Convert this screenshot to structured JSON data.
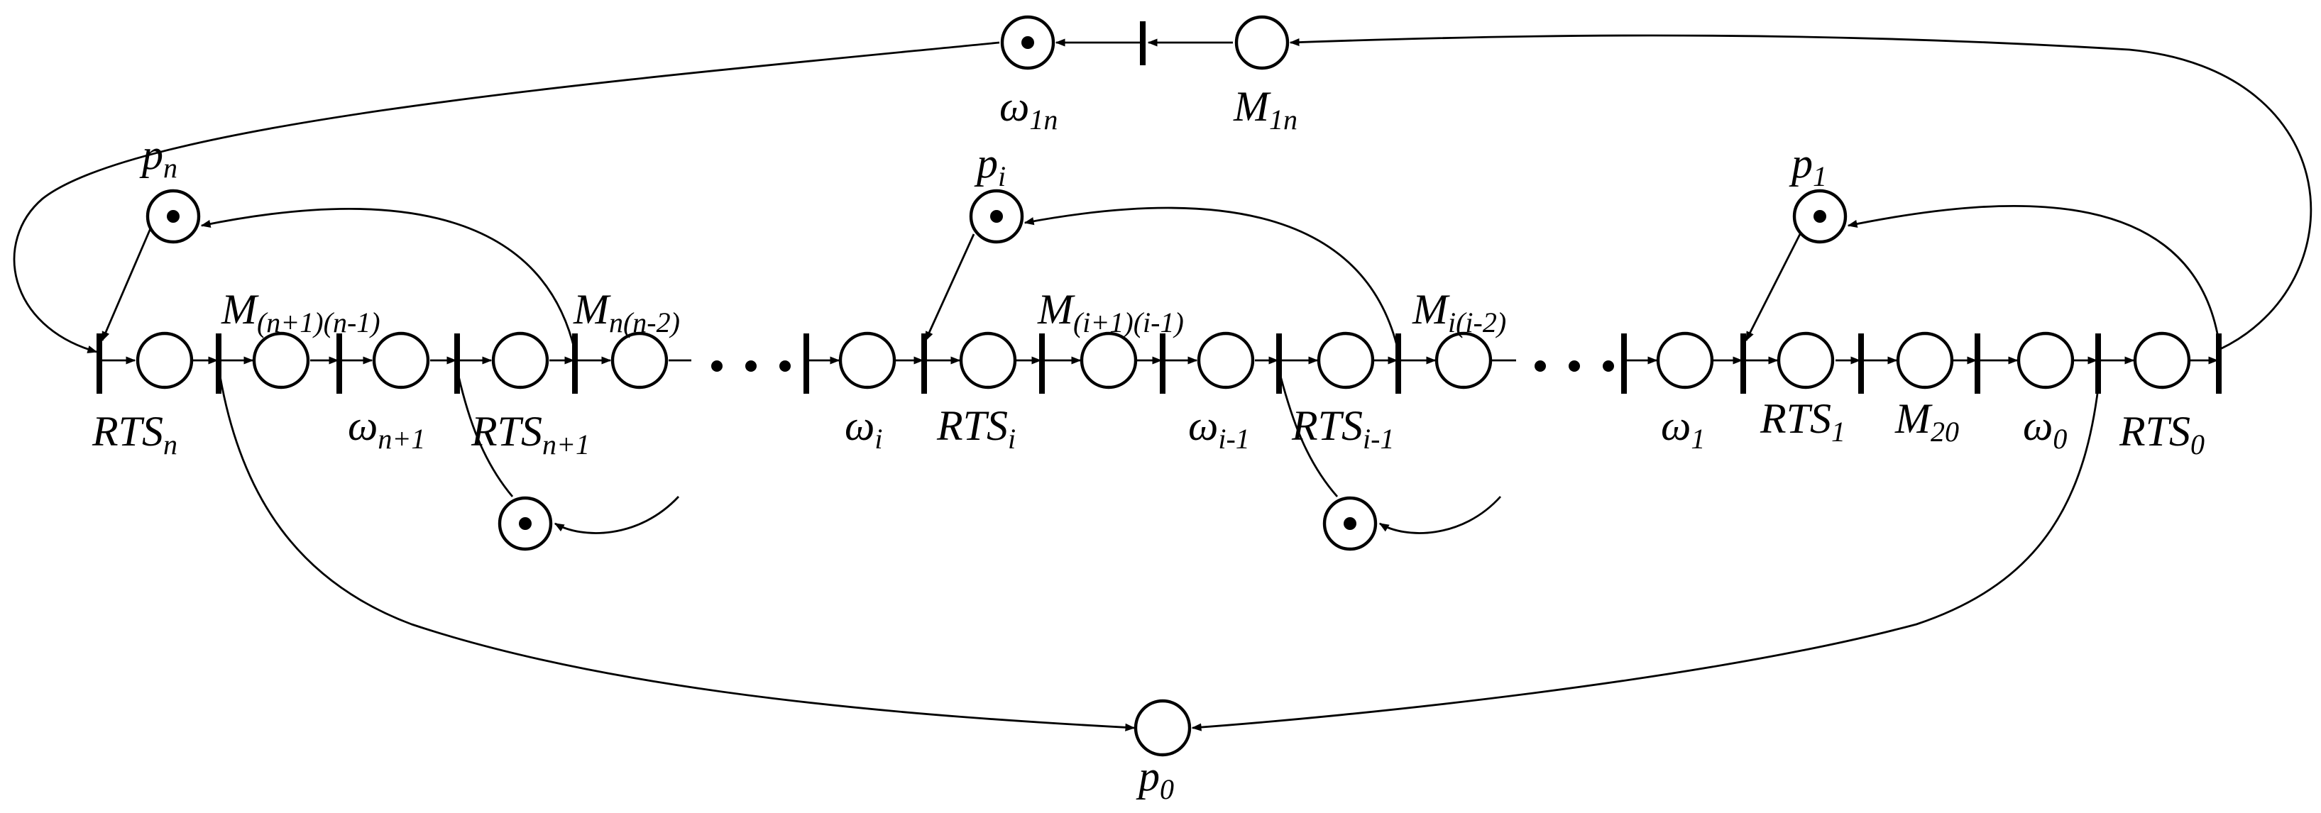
{
  "labels": {
    "omega_1n": {
      "main": "ω",
      "sub": "1n"
    },
    "m_1n": {
      "main": "M",
      "sub": "1n"
    },
    "p_n": {
      "main": "p",
      "sub": "n"
    },
    "p_i": {
      "main": "p",
      "sub": "i"
    },
    "p_1": {
      "main": "p",
      "sub": "1"
    },
    "p_0": {
      "main": "p",
      "sub": "0"
    },
    "m_n1_n_1": {
      "main": "M",
      "sub": "(n+1)(n-1)"
    },
    "m_n_n_2": {
      "main": "M",
      "sub": "n(n-2)"
    },
    "m_i1_i_1": {
      "main": "M",
      "sub": "(i+1)(i-1)"
    },
    "m_i_i_2": {
      "main": "M",
      "sub": "i(i-2)"
    },
    "rts_n": {
      "main": "RTS",
      "sub": "n"
    },
    "omega_n1": {
      "main": "ω",
      "sub": "n+1"
    },
    "rts_n1": {
      "main": "RTS",
      "sub": "n+1"
    },
    "omega_i": {
      "main": "ω",
      "sub": "i"
    },
    "rts_i": {
      "main": "RTS",
      "sub": "i"
    },
    "omega_i_1": {
      "main": "ω",
      "sub": "i-1"
    },
    "rts_i_1": {
      "main": "RTS",
      "sub": "i-1"
    },
    "omega_1": {
      "main": "ω",
      "sub": "1"
    },
    "rts_1": {
      "main": "RTS",
      "sub": "1"
    },
    "m_20": {
      "main": "M",
      "sub": "20"
    },
    "omega_0": {
      "main": "ω",
      "sub": "0"
    },
    "rts_0": {
      "main": "RTS",
      "sub": "0"
    }
  }
}
